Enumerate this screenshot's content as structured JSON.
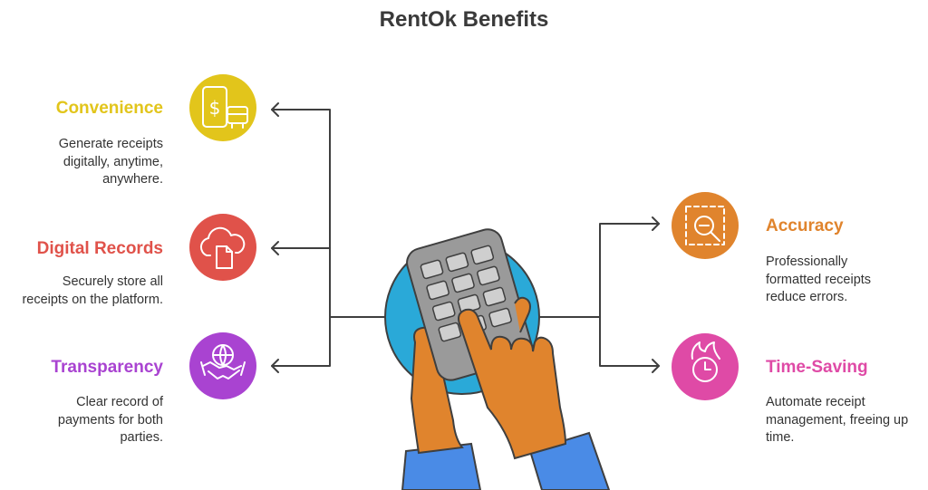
{
  "title": "RentOk Benefits",
  "benefits_left": [
    {
      "heading": "Convenience",
      "description": "Generate receipts\ndigitally, anytime,\nanywhere.",
      "color": "#e2c51b",
      "icon": "phone-payment-icon"
    },
    {
      "heading": "Digital Records",
      "description": "Securely store all\nreceipts on the platform.",
      "color": "#e0524a",
      "icon": "cloud-document-icon"
    },
    {
      "heading": "Transparency",
      "description": "Clear record of\npayments for both\nparties.",
      "color": "#a943d1",
      "icon": "handshake-icon"
    }
  ],
  "benefits_right": [
    {
      "heading": "Accuracy",
      "description": "Professionally\nformatted receipts\nreduce errors.",
      "color": "#e0842d",
      "icon": "magnify-scan-icon"
    },
    {
      "heading": "Time-Saving",
      "description": "Automate receipt\nmanagement, freeing up\ntime.",
      "color": "#df4aa6",
      "icon": "fast-clock-icon"
    }
  ],
  "center_graphic": "hand-calculator-icon"
}
